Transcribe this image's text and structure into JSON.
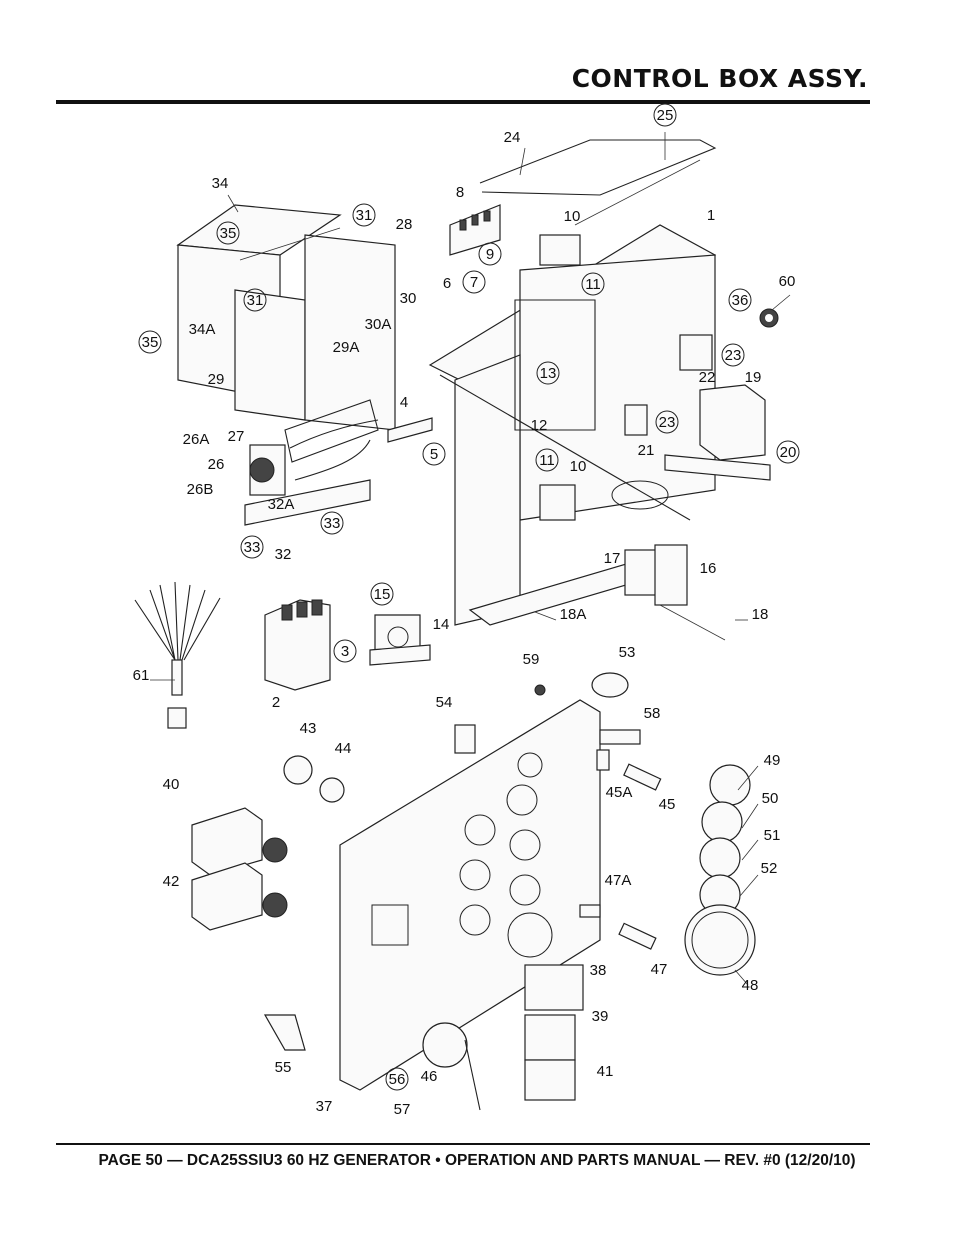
{
  "header": {
    "title": "CONTROL BOX ASSY."
  },
  "footer": {
    "text": "PAGE 50 — DCA25SSIU3 60 HZ GENERATOR • OPERATION AND PARTS MANUAL — REV. #0 (12/20/10)"
  },
  "callouts": [
    {
      "label": "25",
      "circled": true
    },
    {
      "label": "24",
      "circled": false
    },
    {
      "label": "34",
      "circled": false
    },
    {
      "label": "31",
      "circled": true
    },
    {
      "label": "28",
      "circled": false
    },
    {
      "label": "35",
      "circled": true
    },
    {
      "label": "8",
      "circled": false
    },
    {
      "label": "10",
      "circled": false
    },
    {
      "label": "1",
      "circled": false
    },
    {
      "label": "9",
      "circled": true
    },
    {
      "label": "11",
      "circled": true
    },
    {
      "label": "30",
      "circled": false
    },
    {
      "label": "6",
      "circled": false
    },
    {
      "label": "7",
      "circled": true
    },
    {
      "label": "60",
      "circled": false
    },
    {
      "label": "36",
      "circled": true
    },
    {
      "label": "31",
      "circled": true
    },
    {
      "label": "30A",
      "circled": false
    },
    {
      "label": "34A",
      "circled": false
    },
    {
      "label": "35",
      "circled": true
    },
    {
      "label": "29A",
      "circled": false
    },
    {
      "label": "23",
      "circled": true
    },
    {
      "label": "22",
      "circled": false
    },
    {
      "label": "19",
      "circled": false
    },
    {
      "label": "13",
      "circled": true
    },
    {
      "label": "29",
      "circled": false
    },
    {
      "label": "4",
      "circled": false
    },
    {
      "label": "27",
      "circled": false
    },
    {
      "label": "12",
      "circled": false
    },
    {
      "label": "23",
      "circled": true
    },
    {
      "label": "26A",
      "circled": false
    },
    {
      "label": "5",
      "circled": true
    },
    {
      "label": "21",
      "circled": false
    },
    {
      "label": "20",
      "circled": true
    },
    {
      "label": "26",
      "circled": false
    },
    {
      "label": "11",
      "circled": true
    },
    {
      "label": "10",
      "circled": false
    },
    {
      "label": "26B",
      "circled": false
    },
    {
      "label": "32A",
      "circled": false
    },
    {
      "label": "33",
      "circled": true
    },
    {
      "label": "33",
      "circled": true
    },
    {
      "label": "32",
      "circled": false
    },
    {
      "label": "17",
      "circled": false
    },
    {
      "label": "16",
      "circled": false
    },
    {
      "label": "15",
      "circled": true
    },
    {
      "label": "14",
      "circled": false
    },
    {
      "label": "18A",
      "circled": false
    },
    {
      "label": "18",
      "circled": false
    },
    {
      "label": "3",
      "circled": true
    },
    {
      "label": "61",
      "circled": false
    },
    {
      "label": "2",
      "circled": false
    },
    {
      "label": "59",
      "circled": false
    },
    {
      "label": "53",
      "circled": false
    },
    {
      "label": "54",
      "circled": false
    },
    {
      "label": "58",
      "circled": false
    },
    {
      "label": "43",
      "circled": false
    },
    {
      "label": "44",
      "circled": false
    },
    {
      "label": "49",
      "circled": false
    },
    {
      "label": "45A",
      "circled": false
    },
    {
      "label": "45",
      "circled": false
    },
    {
      "label": "50",
      "circled": false
    },
    {
      "label": "40",
      "circled": false
    },
    {
      "label": "51",
      "circled": false
    },
    {
      "label": "52",
      "circled": false
    },
    {
      "label": "42",
      "circled": false
    },
    {
      "label": "47A",
      "circled": false
    },
    {
      "label": "47",
      "circled": false
    },
    {
      "label": "48",
      "circled": false
    },
    {
      "label": "38",
      "circled": false
    },
    {
      "label": "39",
      "circled": false
    },
    {
      "label": "55",
      "circled": false
    },
    {
      "label": "46",
      "circled": false
    },
    {
      "label": "41",
      "circled": false
    },
    {
      "label": "56",
      "circled": true
    },
    {
      "label": "37",
      "circled": false
    },
    {
      "label": "57",
      "circled": false
    }
  ]
}
